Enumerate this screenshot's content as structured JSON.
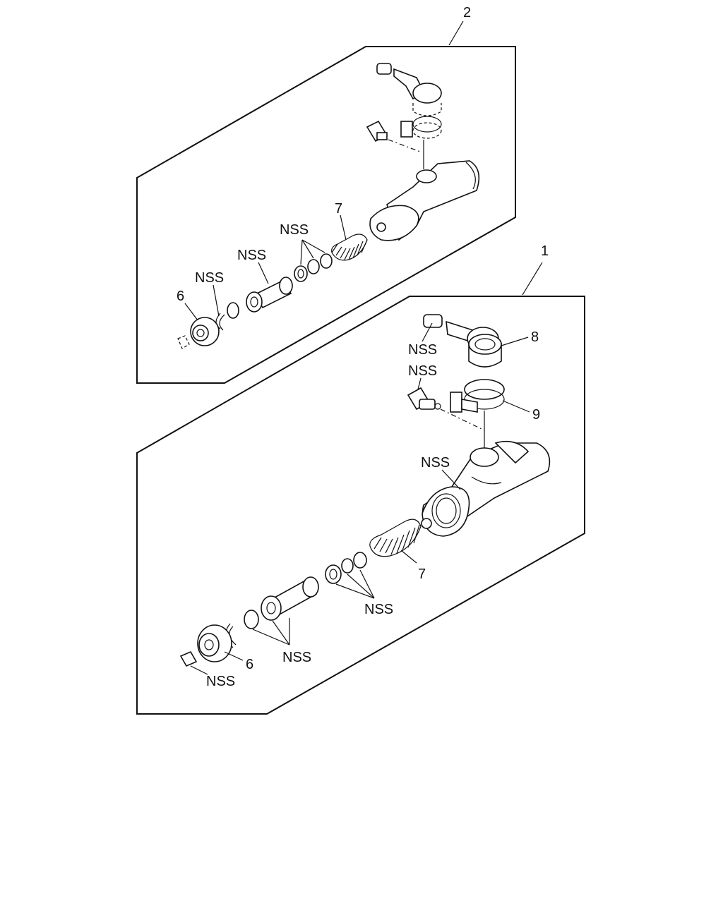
{
  "diagram": {
    "kit_top_number": "2",
    "kit_bottom_number": "1",
    "top_labels": {
      "part_6": "6",
      "part_7": "7",
      "nss_snap_ring": "NSS",
      "nss_piston": "NSS",
      "nss_seals": "NSS"
    },
    "bottom_labels": {
      "part_6": "6",
      "part_7": "7",
      "part_8": "8",
      "part_9": "9",
      "nss_hose_nipple": "NSS",
      "nss_bleeder": "NSS",
      "nss_body": "NSS",
      "nss_seals": "NSS",
      "nss_piston_seals": "NSS",
      "nss_rod_end": "NSS"
    }
  }
}
